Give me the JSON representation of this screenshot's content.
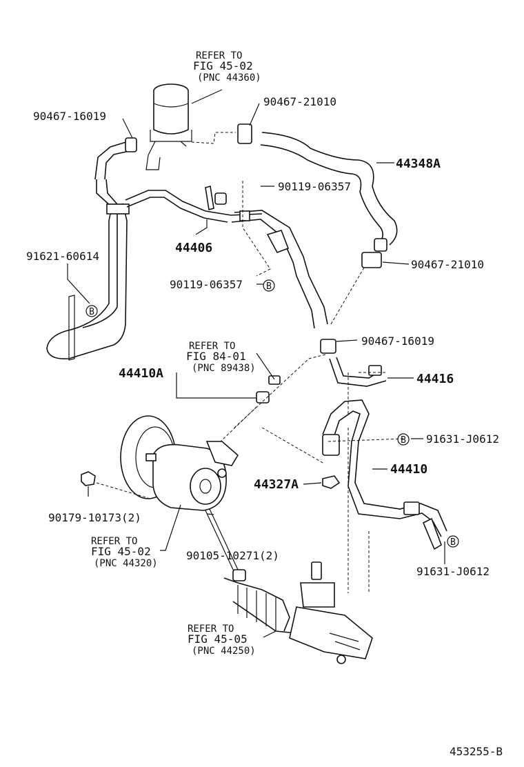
{
  "labels": {
    "refer_reservoir": [
      "REFER TO",
      "FIG 45-02",
      "(PNC 44360)"
    ],
    "refer_sensor": [
      "REFER TO",
      "FIG 84-01",
      "(PNC 89438)"
    ],
    "refer_pump": [
      "REFER TO",
      "FIG 45-02",
      "(PNC 44320)"
    ],
    "refer_rack": [
      "REFER TO",
      "FIG 45-05",
      "(PNC 44250)"
    ],
    "p_90467_16019_top": "90467-16019",
    "p_90467_21010_top": "90467-21010",
    "p_44348A": "44348A",
    "p_90119_06357_top": "90119-06357",
    "p_44406": "44406",
    "p_91621_60614": "91621-60614",
    "p_90119_06357_b": "90119-06357",
    "p_90467_21010_mid": "90467-21010",
    "p_90467_16019_mid": "90467-16019",
    "p_44410A": "44410A",
    "p_44416": "44416",
    "p_91631_J0612_a": "91631-J0612",
    "p_44410": "44410",
    "p_44327A": "44327A",
    "p_90179_10173": "90179-10173(2)",
    "p_90105_10271": "90105-10271(2)",
    "p_91631_J0612_b": "91631-J0612",
    "callout_b": "B",
    "diagram_id": "453255-B"
  }
}
